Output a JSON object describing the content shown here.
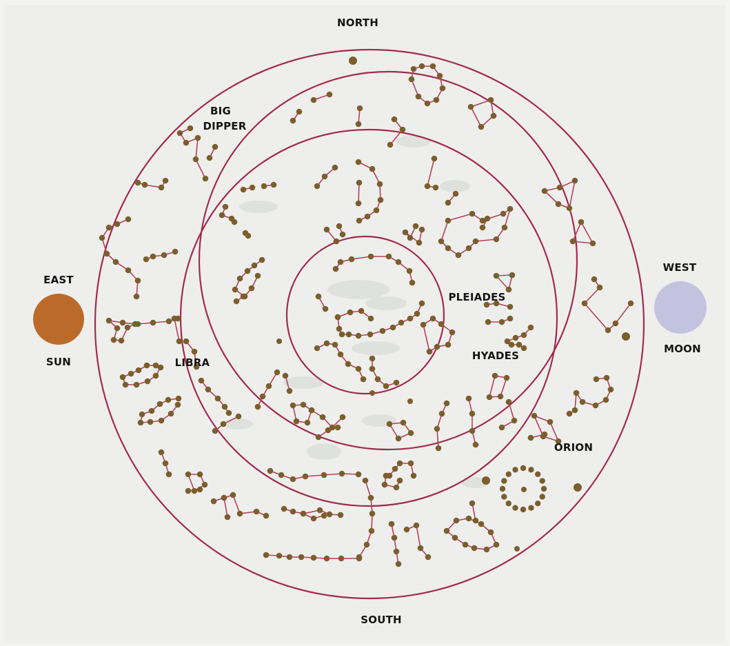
{
  "labels": {
    "north": "NORTH",
    "south": "SOUTH",
    "east": "EAST",
    "west": "WEST",
    "sun": "SUN",
    "moon": "MOON",
    "big_dipper_1": "BIG",
    "big_dipper_2": "DIPPER",
    "pleiades": "PLEIADES",
    "hyades": "HYADES",
    "libra": "LIBRA",
    "orion": "ORION"
  },
  "colors": {
    "ring": "#a3294f",
    "constellation_line": "#b83e5a",
    "star": "#7b5e2c",
    "sun": "#bb6b29",
    "moon": "#c3c3df",
    "background": "#eeefed"
  }
}
